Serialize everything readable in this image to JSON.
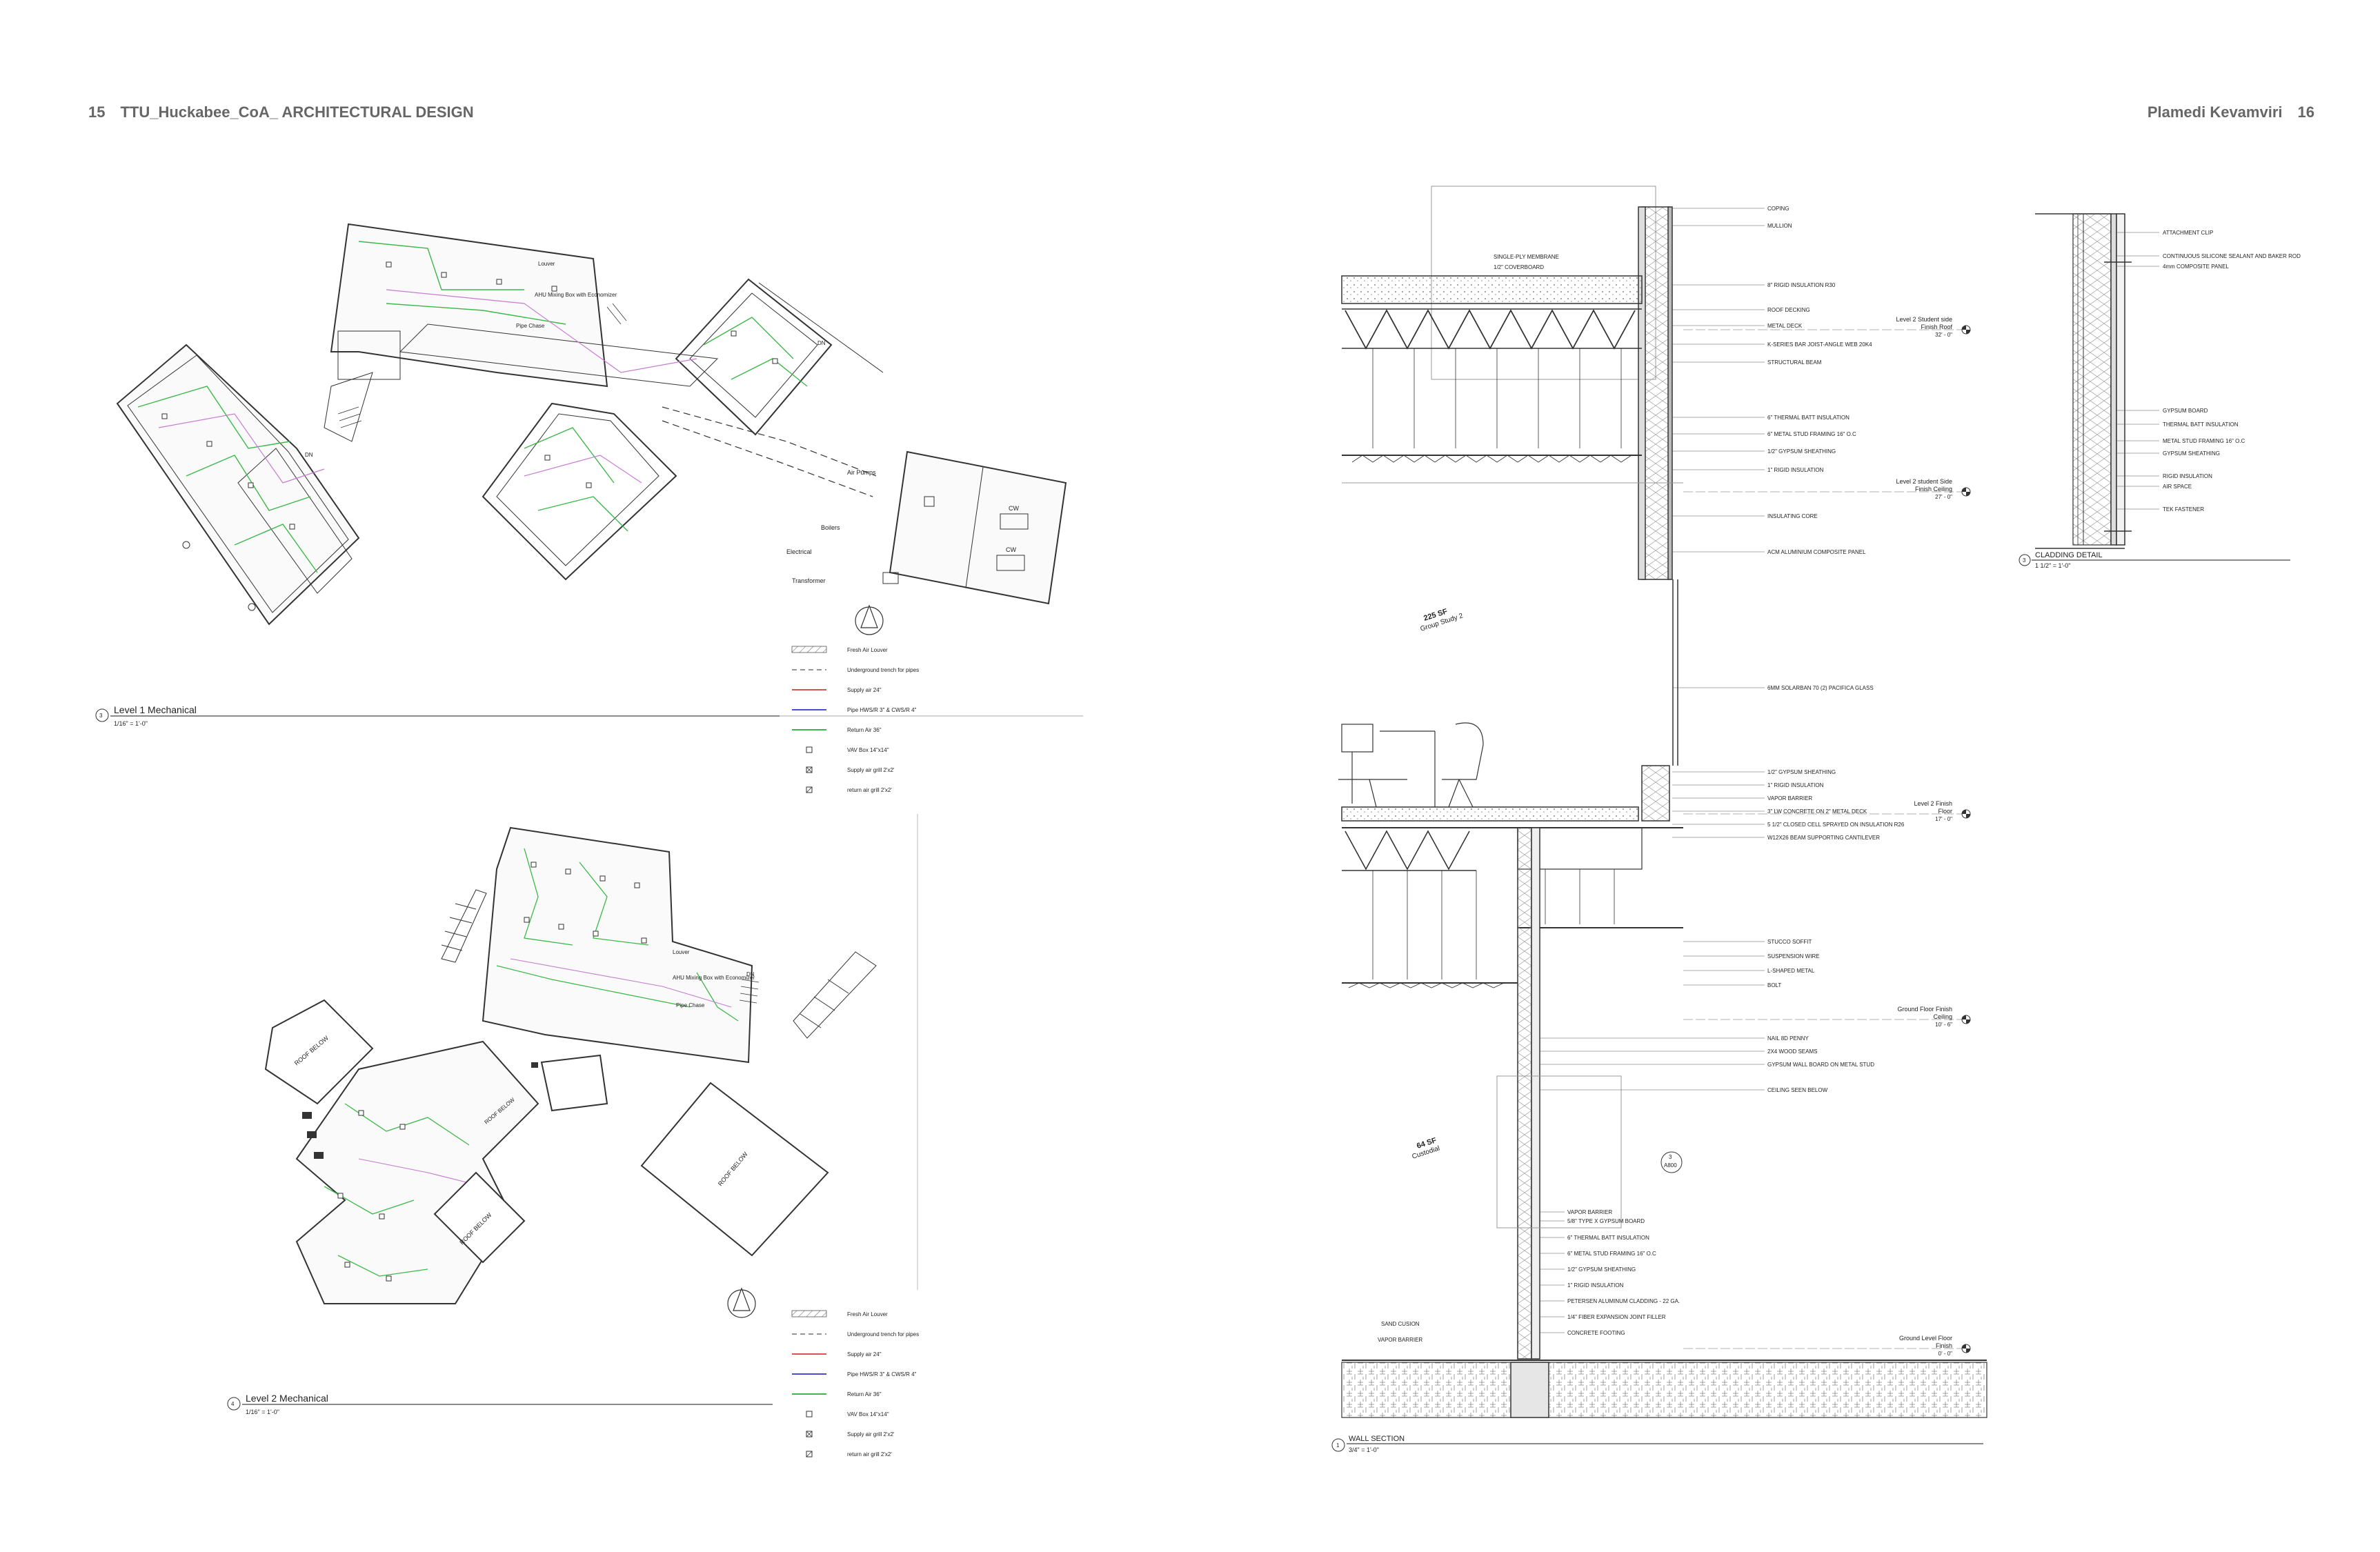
{
  "header_left": {
    "page": "15",
    "title": "TTU_Huckabee_CoA_ ARCHITECTURAL DESIGN"
  },
  "header_right": {
    "author": "Plamedi Kevamviri",
    "page": "16"
  },
  "plan1": {
    "num": "3",
    "title": "Level 1 Mechanical",
    "scale": "1/16\" = 1'-0\"",
    "plant_labels": [
      "Air Pumps",
      "Boilers",
      "Electrical",
      "Transformer"
    ],
    "cw": [
      "CW",
      "CW"
    ],
    "dn": [
      "DN",
      "DN"
    ],
    "misc": [
      "Louver",
      "AHU Mixing Box with Economizer",
      "Pipe Chase"
    ]
  },
  "plan2": {
    "num": "4",
    "title": "Level 2 Mechanical",
    "scale": "1/16\" = 1'-0\"",
    "roof_below": [
      "ROOF BELOW",
      "ROOF BELOW",
      "ROOF BELOW",
      "ROOF BELOW"
    ],
    "dn": "DN",
    "misc": [
      "Louver",
      "AHU Mixing Box with Economizer",
      "Pipe Chase"
    ]
  },
  "legend": [
    {
      "key": "louver",
      "label": "Fresh Air Louver"
    },
    {
      "key": "trench",
      "label": "Underground trench for pipes"
    },
    {
      "key": "supply",
      "label": "Supply air 24\"",
      "color": "#d9534f"
    },
    {
      "key": "pipe",
      "label": "Pipe HWS/R 3\" & CWS/R 4\"",
      "color": "#4a4ad9"
    },
    {
      "key": "return",
      "label": "Return Air 36\"",
      "color": "#3cb84a"
    },
    {
      "key": "vav",
      "label": "VAV Box 14\"x14\""
    },
    {
      "key": "sgrill",
      "label": "Supply air grill 2'x2'"
    },
    {
      "key": "rgrill",
      "label": "return air grill 2'x2'"
    }
  ],
  "wall_section": {
    "num": "1",
    "title": "WALL SECTION",
    "scale": "3/4\" = 1'-0\"",
    "rooms": [
      {
        "area": "225 SF",
        "name": "Group Study 2"
      },
      {
        "area": "64 SF",
        "name": "Custodial"
      }
    ],
    "detail_ref": {
      "num": "3",
      "sheet": "A800"
    },
    "notes_top": [
      "COPING",
      "MULLION",
      "SINGLE-PLY MEMBRANE",
      "1/2\" COVERBOARD",
      "8\" RIGID INSULATION R30",
      "ROOF DECKING",
      "METAL DECK",
      "K-SERIES BAR JOIST-ANGLE WEB 20K4",
      "STRUCTURAL BEAM",
      "6\" THERMAL BATT INSULATION",
      "6\" METAL STUD FRAMING 16\" O.C",
      "1/2\" GYPSUM SHEATHING",
      "1\" RIGID INSULATION",
      "INSULATING CORE",
      "ACM ALUMINIUM COMPOSITE PANEL",
      "6MM SOLARBAN 70 (2) PACIFICA GLASS"
    ],
    "notes_mid": [
      "1/2\" GYPSUM SHEATHING",
      "1\" RIGID INSULATION",
      "VAPOR BARRIER",
      "3\" LW CONCRETE ON 2\" METAL DECK",
      "5 1/2\" CLOSED CELL SPRAYED ON INSULATION R26",
      "W12X26 BEAM SUPPORTING CANTILEVER",
      "STUCCO SOFFIT",
      "SUSPENSION WIRE",
      "L-SHAPED METAL",
      "BOLT",
      "NAIL 8D PENNY",
      "2X4 WOOD SEAMS",
      "GYPSUM WALL BOARD ON METAL STUD",
      "CEILING SEEN BELOW"
    ],
    "notes_low": [
      "VAPOR BARRIER",
      "5/8\" TYPE X GYPSUM BOARD",
      "6\" THERMAL BATT INSULATION",
      "6\" METAL STUD FRAMING 16\" O.C",
      "1/2\" GYPSUM SHEATHING",
      "1\" RIGID INSULATION",
      "PETERSEN ALUMINUM CLADDING - 22 GA.",
      "1/4\" FIBER EXPANSION JOINT FILLER",
      "CONCRETE FOOTING"
    ],
    "notes_left": [
      "SAND CUSION",
      "VAPOR BARRIER"
    ],
    "levels": [
      {
        "name": "Level 2 Student side Finish Roof",
        "elev": "32' - 0\""
      },
      {
        "name": "Level 2 student Side Finish Ceiling",
        "elev": "27' - 0\""
      },
      {
        "name": "Level 2 Finish Floor",
        "elev": "17' - 0\""
      },
      {
        "name": "Ground Floor Finish Ceiling",
        "elev": "10' - 6\""
      },
      {
        "name": "Ground Level Floor Finish",
        "elev": "0' - 0\""
      }
    ]
  },
  "cladding": {
    "num": "3",
    "title": "CLADDING DETAIL",
    "scale": "1 1/2\" = 1'-0\"",
    "notes_top": [
      "ATTACHMENT CLIP",
      "CONTINUOUS SILICONE SEALANT AND BAKER ROD",
      "4mm COMPOSITE PANEL"
    ],
    "notes_low": [
      "GYPSUM BOARD",
      "THERMAL BATT INSULATION",
      "METAL STUD FRAMING 16\" O.C",
      "GYPSUM SHEATHING",
      "RIGID INSULATION",
      "AIR SPACE",
      "TEK FASTENER"
    ]
  }
}
